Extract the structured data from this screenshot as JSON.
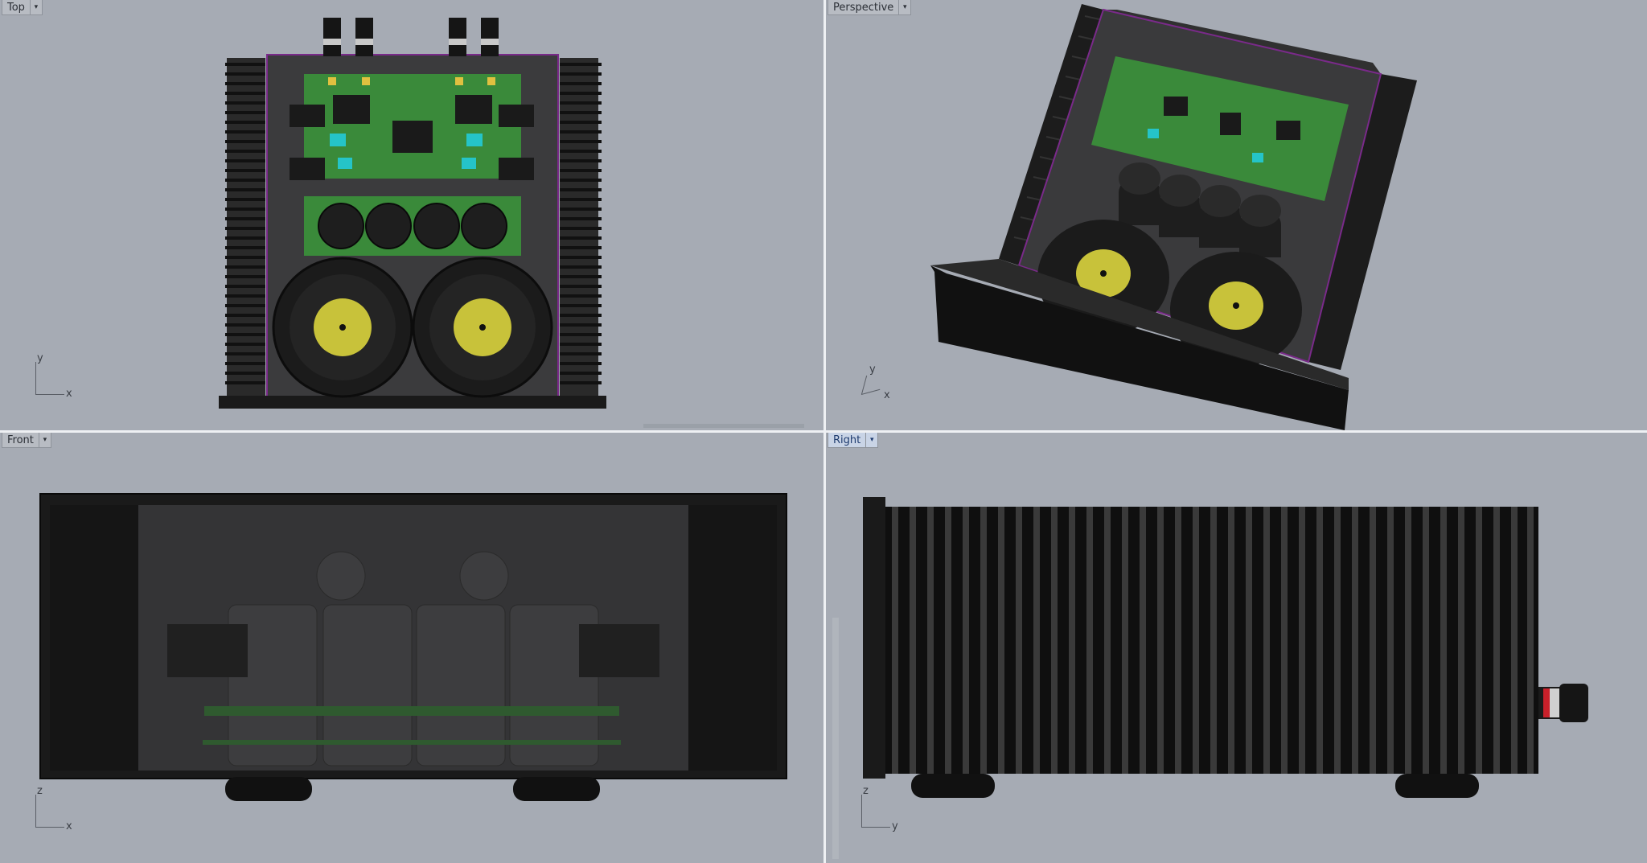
{
  "viewports": {
    "top": {
      "label": "Top",
      "axis_v": "y",
      "axis_h": "x"
    },
    "perspective": {
      "label": "Perspective",
      "axis_v": "y",
      "axis_h": "x"
    },
    "front": {
      "label": "Front",
      "axis_v": "z",
      "axis_h": "x"
    },
    "right": {
      "label": "Right",
      "axis_v": "z",
      "axis_h": "y"
    }
  },
  "colors": {
    "background": "#a6abb4",
    "chassis": "#1a1a1a",
    "pcb": "#3a8a3a",
    "toroid_core": "#c8c23a",
    "active_label": "#c9d4e6"
  }
}
